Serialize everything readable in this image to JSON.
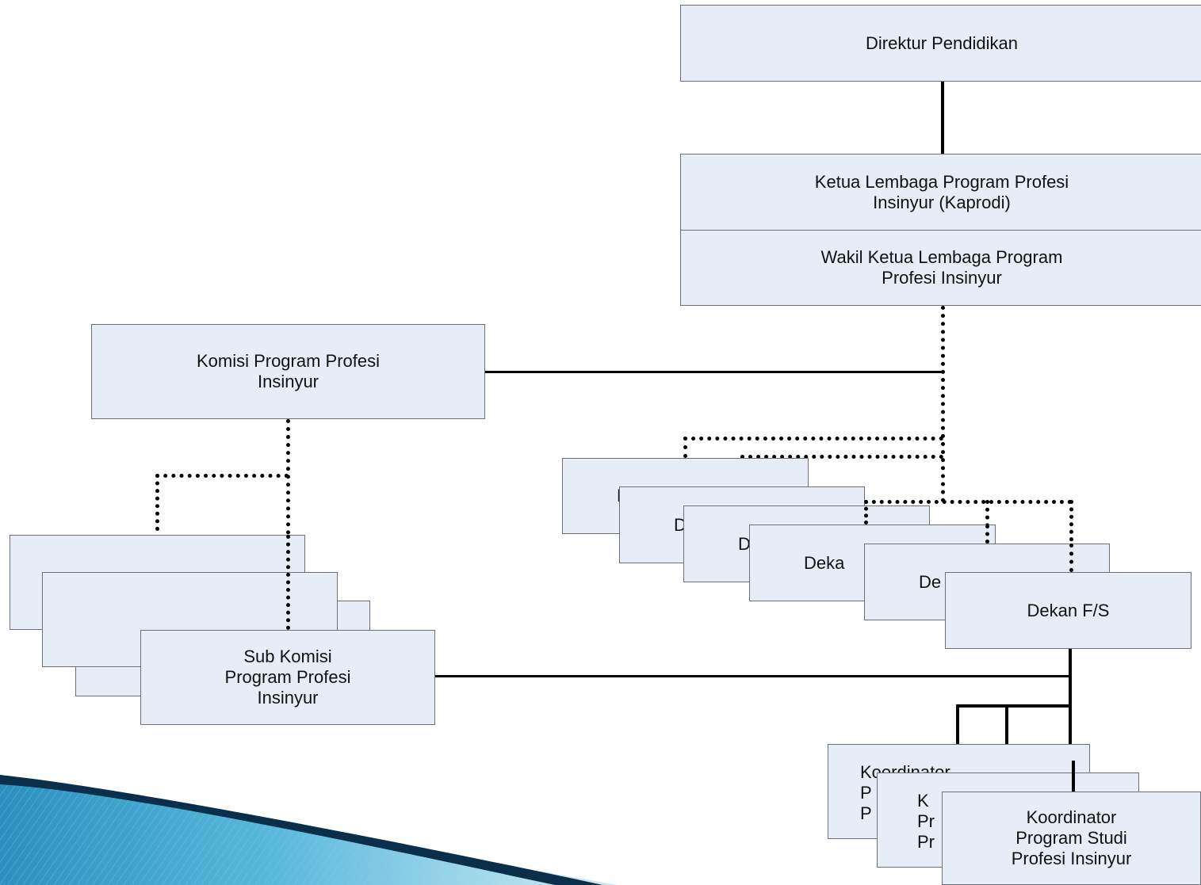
{
  "nodes": {
    "direktur": "Direktur Pendidikan",
    "ketua": "Ketua Lembaga Program Profesi\nInsinyur (Kaprodi)",
    "wakil": "Wakil Ketua Lembaga Program\nProfesi Insinyur",
    "komisi": "Komisi Program Profesi\nInsinyur",
    "sub_komisi": "Sub Komisi\nProgram Profesi\nInsinyur",
    "dekan_1": "D",
    "dekan_2": "D",
    "dekan_3": "D",
    "dekan_4": "Deka",
    "dekan_5": "De",
    "dekan_fs": "Dekan F/S",
    "koordinator_1": "Koordinator\nP\nP",
    "koordinator_2": "K\nPr\nPr",
    "koordinator_main": "Koordinator\nProgram Studi\nProfesi Insinyur"
  },
  "colors": {
    "box_fill": "#e7edf6",
    "box_border": "#6d7079",
    "connector": "#000000",
    "corner_decoration": "#3aa0c8"
  }
}
